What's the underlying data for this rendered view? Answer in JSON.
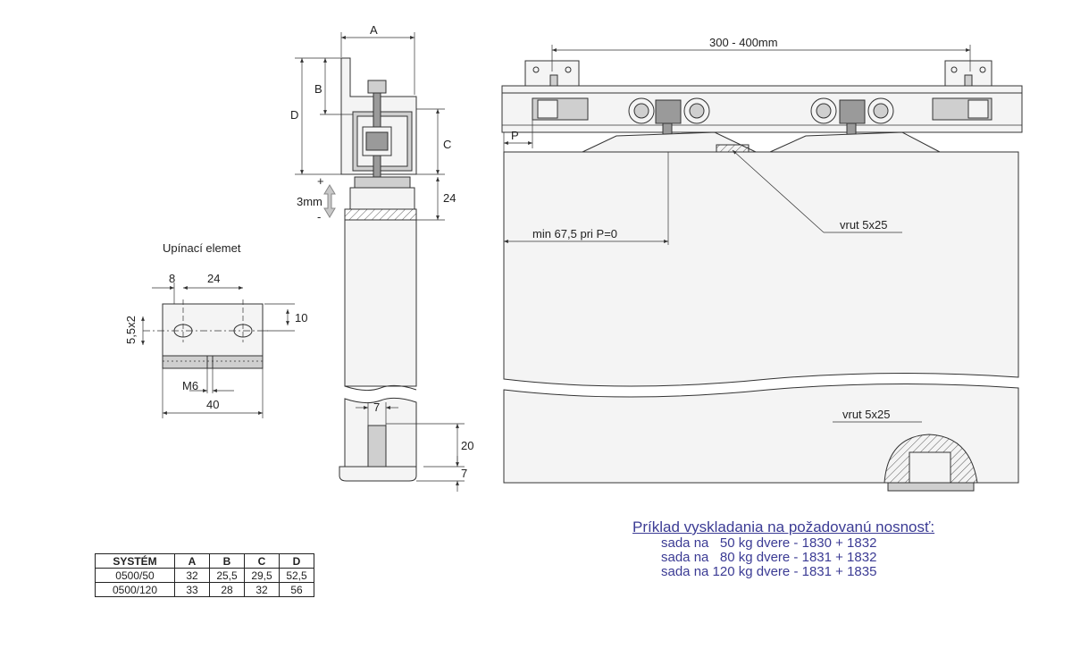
{
  "top_assembly": {
    "dim_span": "300 - 400mm",
    "dim_p": "P",
    "dim_min": "min 67,5 pri P=0",
    "screw_label": "vrut 5x25"
  },
  "bottom_guide": {
    "screw_label": "vrut 5x25"
  },
  "section_view": {
    "dim_a": "A",
    "dim_b": "B",
    "dim_c": "C",
    "dim_d": "D",
    "dim_24": "24",
    "adjust": "3mm",
    "plus": "+",
    "minus": "-",
    "dim_7_top": "7",
    "dim_20": "20",
    "dim_7_bottom": "7"
  },
  "clamp_element": {
    "title": "Upínací elemet",
    "dim_8": "8",
    "dim_24": "24",
    "dim_10": "10",
    "dim_slot": "5,5x2",
    "dim_m6": "M6",
    "dim_40": "40"
  },
  "example": {
    "heading": "Príklad vyskladania na požadovanú nosnosť:",
    "lines": [
      "sada na   50 kg dvere - 1830 + 1832",
      "sada na   80 kg dvere - 1831 + 1832",
      "sada na 120 kg dvere - 1831 + 1835"
    ]
  },
  "system_table": {
    "headers": [
      "SYSTÉM",
      "A",
      "B",
      "C",
      "D"
    ],
    "rows": [
      [
        "0500/50",
        "32",
        "25,5",
        "29,5",
        "52,5"
      ],
      [
        "0500/120",
        "33",
        "28",
        "32",
        "56"
      ]
    ]
  }
}
